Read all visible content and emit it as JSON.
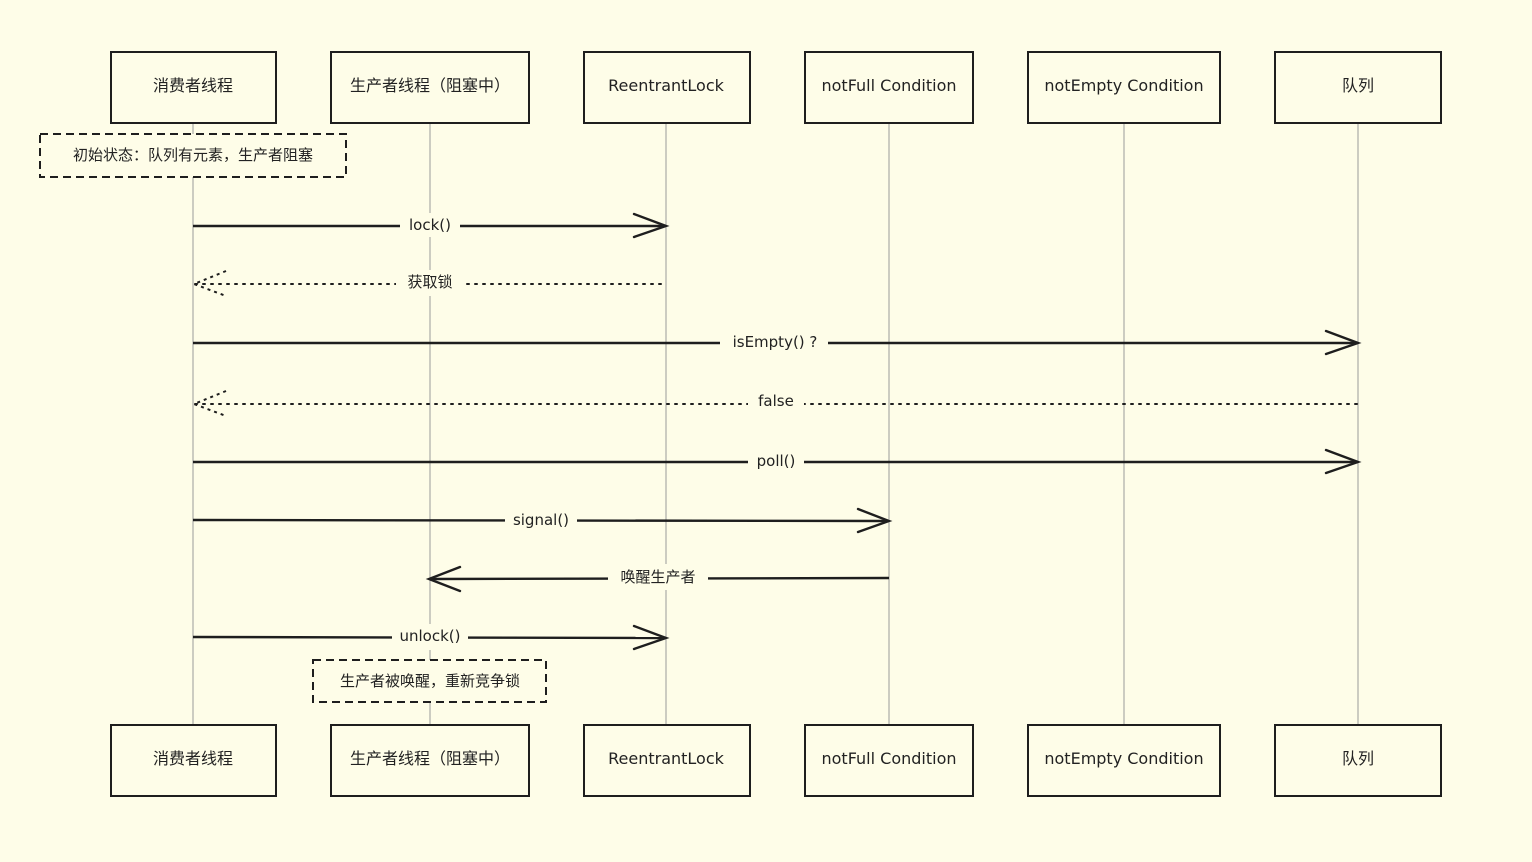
{
  "participants": [
    {
      "id": "consumer",
      "label": "消费者线程"
    },
    {
      "id": "producer",
      "label": "生产者线程（阻塞中）"
    },
    {
      "id": "lock",
      "label": "ReentrantLock"
    },
    {
      "id": "notfull",
      "label": "notFull Condition"
    },
    {
      "id": "notempty",
      "label": "notEmpty Condition"
    },
    {
      "id": "queue",
      "label": "队列"
    }
  ],
  "notes": [
    {
      "text": "初始状态：队列有元素，生产者阻塞"
    },
    {
      "text": "生产者被唤醒，重新竞争锁"
    }
  ],
  "messages": [
    {
      "from": "consumer",
      "to": "lock",
      "label": "lock()",
      "style": "solid"
    },
    {
      "from": "lock",
      "to": "consumer",
      "label": "获取锁",
      "style": "dotted"
    },
    {
      "from": "consumer",
      "to": "queue",
      "label": "isEmpty() ?",
      "style": "solid"
    },
    {
      "from": "queue",
      "to": "consumer",
      "label": "false",
      "style": "dotted"
    },
    {
      "from": "consumer",
      "to": "queue",
      "label": "poll()",
      "style": "solid"
    },
    {
      "from": "consumer",
      "to": "notfull",
      "label": "signal()",
      "style": "solid"
    },
    {
      "from": "notfull",
      "to": "producer",
      "label": "唤醒生产者",
      "style": "solid"
    },
    {
      "from": "consumer",
      "to": "lock",
      "label": "unlock()",
      "style": "solid"
    }
  ],
  "colors": {
    "background": "#fefde8",
    "stroke": "#1e1e1e",
    "lifeline": "#9a9a9a"
  }
}
